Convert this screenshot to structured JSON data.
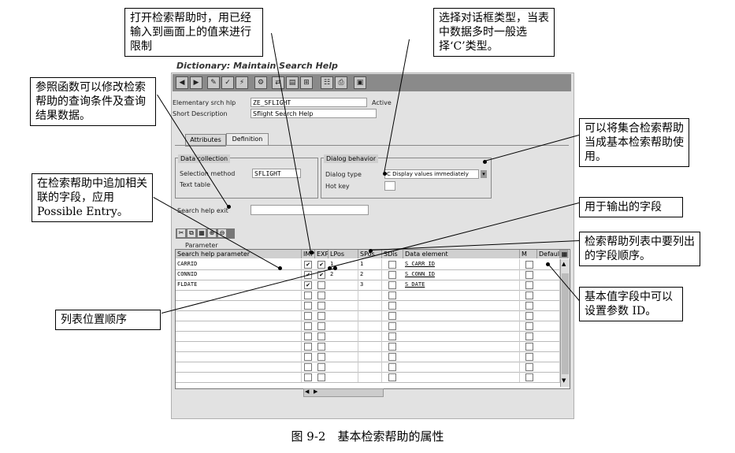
{
  "window": {
    "title": "Dictionary: Maintain Search Help"
  },
  "header": {
    "name_label": "Elementary srch hlp",
    "name_value": "ZE_SFLIGHT",
    "status": "Active",
    "desc_label": "Short Description",
    "desc_value": "Sflight Search Help"
  },
  "tabs": [
    {
      "label": "Attributes"
    },
    {
      "label": "Definition"
    }
  ],
  "data_collection": {
    "title": "Data collection",
    "method_label": "Selection method",
    "method_value": "SFLIGHT",
    "text_table_label": "Text table"
  },
  "dialog_behavior": {
    "title": "Dialog behavior",
    "type_label": "Dialog type",
    "type_value": "C Display values immediately",
    "hotkey_label": "Hot key"
  },
  "exit": {
    "label": "Search help exit"
  },
  "params": {
    "title": "Parameter",
    "headers": [
      "Search help parameter",
      "IMP",
      "EXP",
      "LPos",
      "SPos",
      "SDis",
      "Data element",
      "M",
      "Default"
    ],
    "rows": [
      {
        "name": "CARRID",
        "imp": "✔",
        "exp": "✔",
        "lpos": "1",
        "spos": "1",
        "elem": "S_CARR_ID"
      },
      {
        "name": "CONNID",
        "imp": "✔",
        "exp": "✔",
        "lpos": "2",
        "spos": "2",
        "elem": "S_CONN_ID"
      },
      {
        "name": "FLDATE",
        "imp": "✔",
        "exp": "",
        "lpos": "",
        "spos": "3",
        "elem": "S_DATE"
      }
    ]
  },
  "callouts": {
    "c1": "打开检索帮助时，用已经输入到画面上的值来进行限制",
    "c2": "选择对话框类型，当表中数据多时一般选择‘C’类型。",
    "c3": "参照函数可以修改检索帮助的查询条件及查询结果数据。",
    "c4": "可以将集合检索帮助当成基本检索帮助使用。",
    "c5": "在检索帮助中追加相关联的字段，应用 Possible Entry。",
    "c6": "用于输出的字段",
    "c7": "检索帮助列表中要列出的字段顺序。",
    "c8": "列表位置顺序",
    "c9": "基本值字段中可以设置参数 ID。"
  },
  "caption": "图 9-2　基本检索帮助的属性"
}
